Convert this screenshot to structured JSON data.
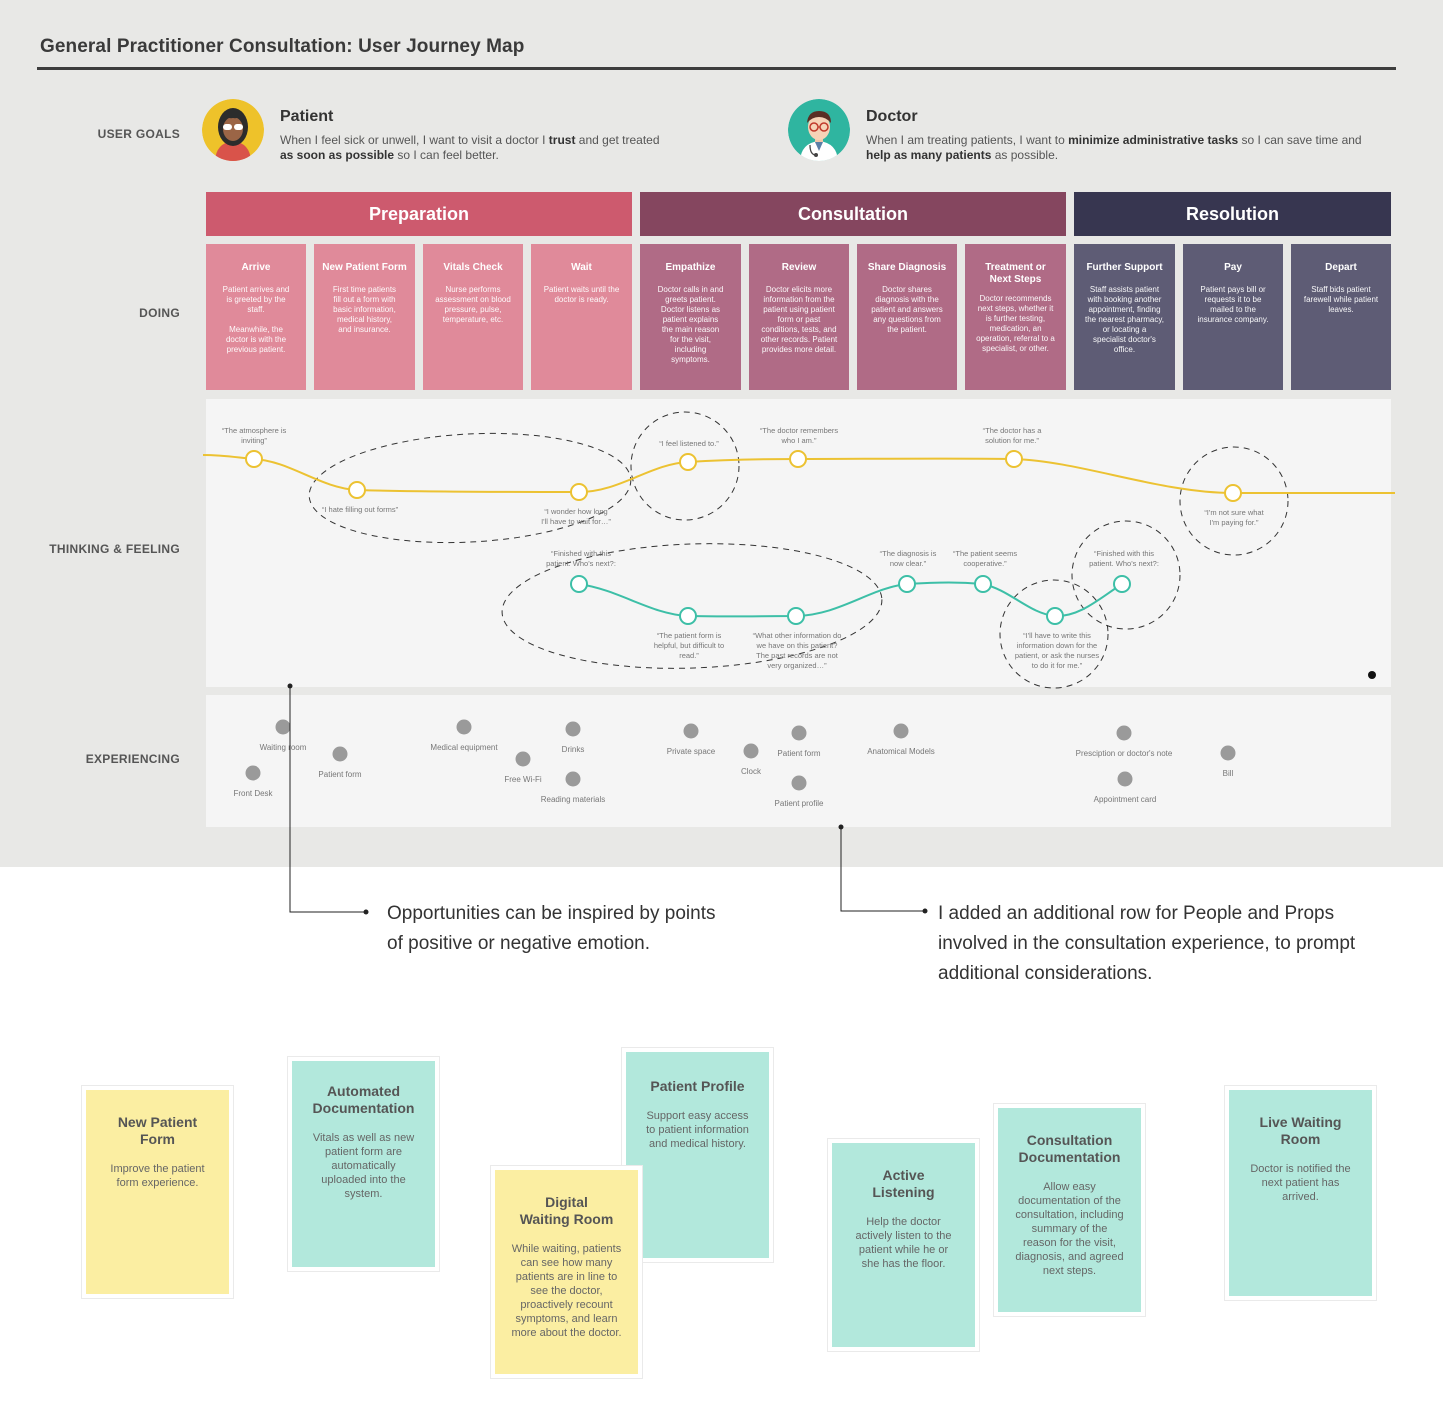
{
  "title": "General Practitioner Consultation: User Journey Map",
  "row_labels": {
    "goals": "USER GOALS",
    "doing": "DOING",
    "thinking": "THINKING & FEELING",
    "experiencing": "EXPERIENCING"
  },
  "personas": {
    "patient": {
      "name": "Patient",
      "goal_parts": [
        "When I feel sick or unwell, I want to visit a doctor I ",
        "trust",
        " and get treated ",
        "as soon as possible",
        " so I can feel better."
      ]
    },
    "doctor": {
      "name": "Doctor",
      "goal_parts": [
        "When I am treating patients, I want to ",
        "minimize administrative tasks",
        " so I can save time and ",
        "help as many patients",
        " as possible."
      ]
    }
  },
  "phases": [
    "Preparation",
    "Consultation",
    "Resolution"
  ],
  "steps": [
    {
      "title": "Arrive",
      "desc": "Patient arrives and\nis greeted by the\nstaff.\n\nMeanwhile, the\ndoctor is with the\nprevious patient."
    },
    {
      "title": "New Patient Form",
      "desc": "First time patients\nfill out a form with\nbasic information,\nmedical history,\nand insurance."
    },
    {
      "title": "Vitals Check",
      "desc": "Nurse performs\nassessment on blood\npressure, pulse,\ntemperature, etc."
    },
    {
      "title": "Wait",
      "desc": "Patient waits until the\ndoctor is ready."
    },
    {
      "title": "Empathize",
      "desc": "Doctor calls in and\ngreets patient.\nDoctor listens as\npatient explains\nthe main reason\nfor the visit,\nincluding\nsymptoms."
    },
    {
      "title": "Review",
      "desc": "Doctor elicits more\ninformation from the\npatient using patient\nform or past\nconditions, tests, and\nother records. Patient\nprovides more detail."
    },
    {
      "title": "Share Diagnosis",
      "desc": "Doctor shares\ndiagnosis with the\npatient and answers\nany questions from\nthe patient."
    },
    {
      "title": "Treatment or\nNext Steps",
      "desc": "Doctor recommends\nnext steps, whether it\nis further testing,\nmedication, an\noperation, referral to a\nspecialist, or other."
    },
    {
      "title": "Further Support",
      "desc": "Staff assists patient\nwith booking another\nappointment, finding\nthe nearest pharmacy,\nor locating a\nspecialist doctor's\noffice."
    },
    {
      "title": "Pay",
      "desc": "Patient pays bill or\nrequests it to be\nmailed to the\ninsurance company."
    },
    {
      "title": "Depart",
      "desc": "Staff bids patient\nfarewell while patient\nleaves."
    }
  ],
  "patient_quotes": [
    "“The atmosphere is\ninviting”",
    "“I hate filling out forms”",
    "“I wonder how long\nI'll have to wait for…”",
    "“I feel listened to.”",
    "“The doctor remembers\nwho I am.”",
    "“The doctor has a\nsolution for me.”",
    "“I'm not sure what\nI'm paying for.”"
  ],
  "doctor_quotes": [
    "“Finished with this\npatient. Who's next?:",
    "“The patient form is\nhelpful, but difficult to\nread.”",
    "“What other information do\nwe have on this patient?\nThe past records are not\nvery organized…”",
    "“The diagnosis is\nnow clear.”",
    "“The patient seems\ncooperative.”",
    "“I'll have to write this\ninformation down for the\npatient, or ask the nurses\nto do it for me.”",
    "“Finished with this\npatient. Who's next?:"
  ],
  "props": [
    "Waiting room",
    "Front Desk",
    "Patient form",
    "Medical equipment",
    "Free Wi-Fi",
    "Drinks",
    "Reading materials",
    "Private space",
    "Clock",
    "Patient form",
    "Patient profile",
    "Anatomical Models",
    "Presciption or doctor's note",
    "Appointment card",
    "Bill"
  ],
  "annotations": {
    "left": "Opportunities can be inspired by points\nof positive or negative emotion.",
    "right": "I added an additional row for People and Props\ninvolved in the consultation experience, to prompt\nadditional considerations."
  },
  "stickies": [
    {
      "title": "New Patient\nForm",
      "body": "Improve the patient\nform experience."
    },
    {
      "title": "Automated\nDocumentation",
      "body": "Vitals as well as new\npatient form are\nautomatically\nuploaded into the\nsystem."
    },
    {
      "title": "Digital\nWaiting Room",
      "body": "While waiting, patients\ncan see how many\npatients are in line to\nsee the doctor,\nproactively recount\nsymptoms, and learn\nmore about the doctor."
    },
    {
      "title": "Patient Profile",
      "body": "Support easy access\nto patient information\nand medical history."
    },
    {
      "title": "Active\nListening",
      "body": "Help the doctor\nactively listen to the\npatient while he or\nshe has the floor."
    },
    {
      "title": "Consultation\nDocumentation",
      "body": "Allow easy\ndocumentation of the\nconsultation, including\nsummary of the\nreason for the visit,\ndiagnosis, and agreed\nnext steps."
    },
    {
      "title": "Live Waiting\nRoom",
      "body": "Doctor is notified the\nnext patient has\narrived."
    }
  ],
  "colors": {
    "preparation_header": "#cd5a6e",
    "preparation_step": "#e08a9a",
    "consultation_header": "#85465f",
    "consultation_step": "#b06b86",
    "resolution_header": "#373650",
    "resolution_step": "#5e5c75",
    "patient_line": "#ecc232",
    "doctor_line": "#3dbfa7",
    "sticky_yellow": "#fbeea2",
    "sticky_teal": "#b2e8dc"
  }
}
